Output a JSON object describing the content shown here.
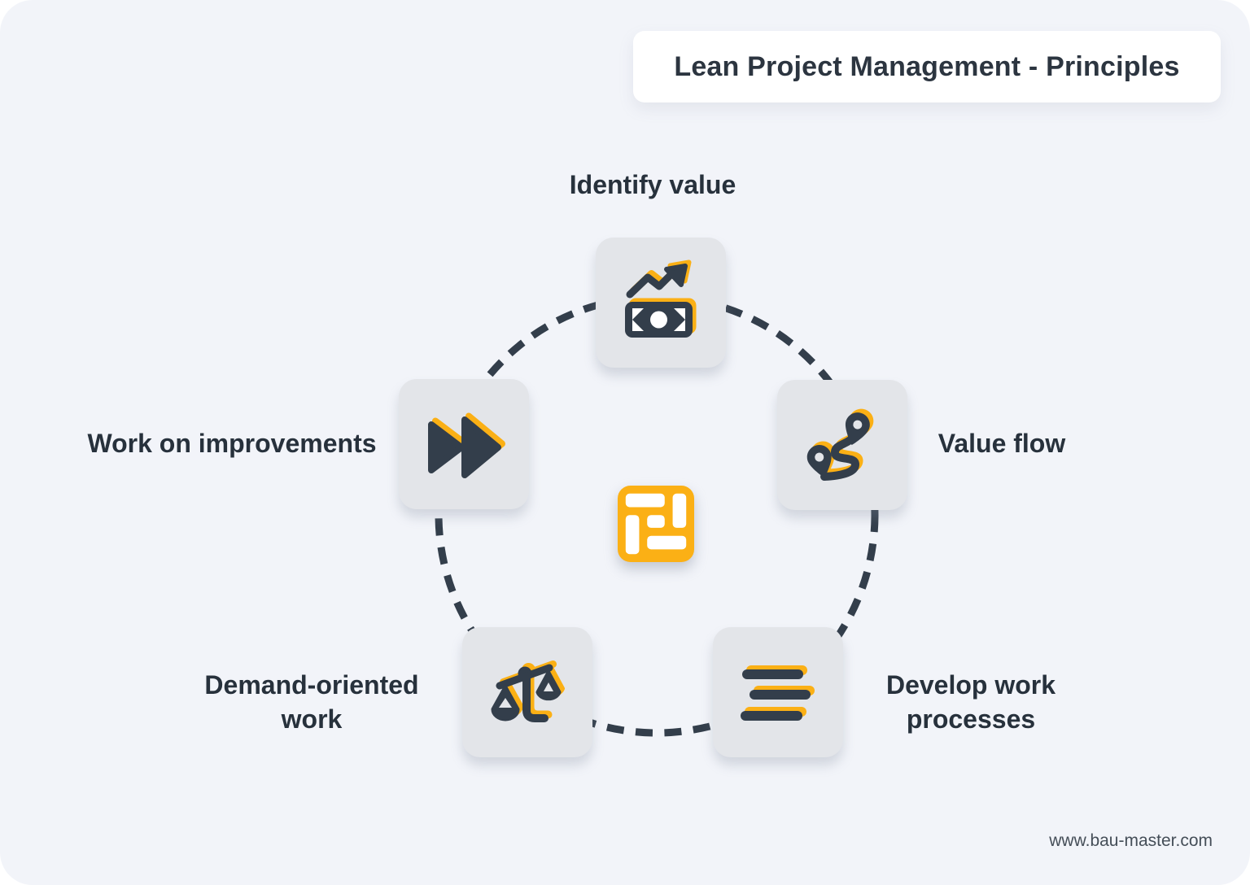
{
  "page": {
    "title": "Lean Project Management - Principles",
    "footer_url": "www.bau-master.com"
  },
  "colors": {
    "background": "#F2F4F9",
    "card": "#E3E5E9",
    "navy": "#333E4B",
    "accent_yellow": "#FBB015",
    "title_text": "#2C3540",
    "footer_text": "#454E58"
  },
  "diagram": {
    "type": "circular-cycle",
    "center_icon": "kanban-board-icon",
    "connector": "dashed-circle",
    "principles": [
      {
        "position": "top",
        "label": "Identify value",
        "icon": "money-growth-icon"
      },
      {
        "position": "right",
        "label": "Value flow",
        "icon": "route-icon"
      },
      {
        "position": "bottom-right",
        "label": "Develop work processes",
        "icon": "list-lines-icon"
      },
      {
        "position": "bottom-left",
        "label": "Demand-oriented work",
        "icon": "scales-icon"
      },
      {
        "position": "left",
        "label": "Work on improvements",
        "icon": "fast-forward-icon"
      }
    ]
  }
}
